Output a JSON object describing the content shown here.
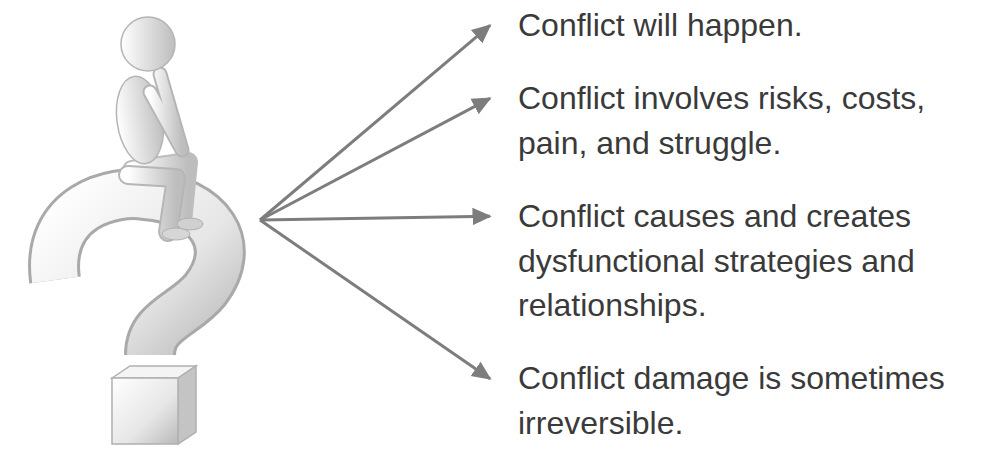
{
  "diagram": {
    "labels": [
      "Conflict will happen.",
      "Conflict involves risks, costs, pain, and struggle.",
      "Conflict causes and creates dysfunctional strategies and relationships.",
      "Conflict damage is sometimes irreversible."
    ]
  }
}
